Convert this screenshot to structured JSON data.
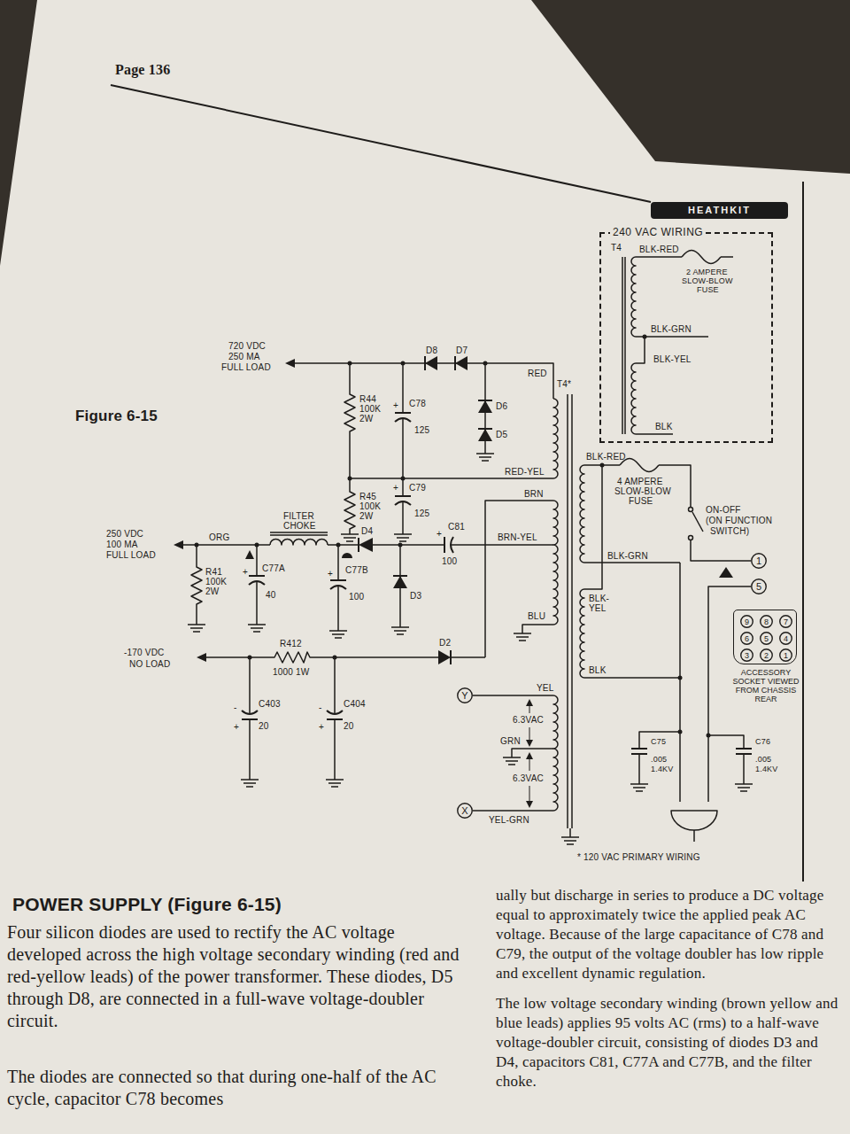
{
  "diagram": {
    "title": "POWER SUPPLY (Figure 6-15)",
    "nodes": [
      {
        "text": [
          "HEATHKIT"
        ]
      },
      {
        "text": [
          "240 VAC WIRING"
        ]
      },
      {
        "text": [
          "1"
        ]
      },
      {
        "text": [
          "5"
        ]
      },
      {
        "text": [
          "ACCESSORY SOCKET VIEWED FROM CHASSIS REAR"
        ]
      },
      {
        "text": [
          "9"
        ],
        "in": 4
      },
      {
        "text": [
          "8"
        ],
        "in": 4
      },
      {
        "text": [
          "7"
        ],
        "in": 4
      },
      {
        "text": [
          "6"
        ],
        "in": 4
      },
      {
        "text": [
          "5"
        ],
        "in": 4
      },
      {
        "text": [
          "4"
        ],
        "in": 4
      },
      {
        "text": [
          "3"
        ],
        "in": 4
      },
      {
        "text": [
          "2"
        ],
        "in": 4
      },
      {
        "text": [
          "1"
        ],
        "in": 4
      },
      {
        "text": [
          "Y"
        ]
      },
      {
        "text": [
          "X"
        ]
      }
    ],
    "labels": [
      "Page 136",
      "Figure 6-15",
      "720 VDC",
      "250 MA",
      "FULL LOAD",
      "D8",
      "D7",
      "RED",
      "T4*",
      "D6",
      "D5",
      "R44",
      "100K",
      "2W",
      "+",
      "C78",
      "125",
      "RED-YEL",
      "R45",
      "100K",
      "2W",
      "+",
      "C79",
      "125",
      "BRN",
      "FILTER",
      "CHOKE",
      "D4",
      "+",
      "C81",
      "100",
      "BRN-YEL",
      "250 VDC",
      "100 MA",
      "FULL LOAD",
      "ORG",
      "R41",
      "100K",
      "2W",
      "+",
      "C77A",
      "40",
      "+",
      "C77B",
      "100",
      "D3",
      "BLU",
      "-170 VDC",
      "NO LOAD",
      "R412",
      "1000 1W",
      "D2",
      "-",
      "C403",
      "+",
      "20",
      "-",
      "C404",
      "+",
      "20",
      "YEL",
      "6.3VAC",
      "GRN",
      "6.3VAC",
      "YEL-GRN",
      "BLK-RED",
      "4 AMPERE",
      "SLOW-BLOW",
      "FUSE",
      "ON-OFF",
      "(ON FUNCTION",
      "SWITCH)",
      "BLK-GRN",
      "BLK-",
      "YEL",
      "BLK",
      "C75",
      ".005",
      "1.4KV",
      "C76",
      ".005",
      "1.4KV",
      "* 120 VAC PRIMARY WIRING",
      "T4",
      "BLK-RED",
      "2 AMPERE",
      "SLOW-BLOW",
      "FUSE",
      "BLK-GRN",
      "BLK-YEL",
      "BLK",
      "Four silicon diodes are used to rectify the AC voltage developed across the high voltage secondary winding (red and red-yellow leads) of the power transformer. These diodes, D5 through D8, are connected in a full-wave voltage-doubler circuit.",
      "The diodes are connected so that during one-half of the AC cycle, capacitor C78 becomes",
      "ually but discharge in series to produce a DC voltage equal to approximately twice the applied peak AC voltage. Because of the large capacitance of C78 and C79, the output of the voltage doubler has low ripple and excellent dynamic regulation.",
      "The low voltage secondary winding (brown yellow and blue leads) applies 95 volts AC (rms) to a half-wave voltage-doubler circuit, consisting of diodes D3 and D4, capacitors C81, C77A and C77B, and the filter choke."
    ]
  }
}
